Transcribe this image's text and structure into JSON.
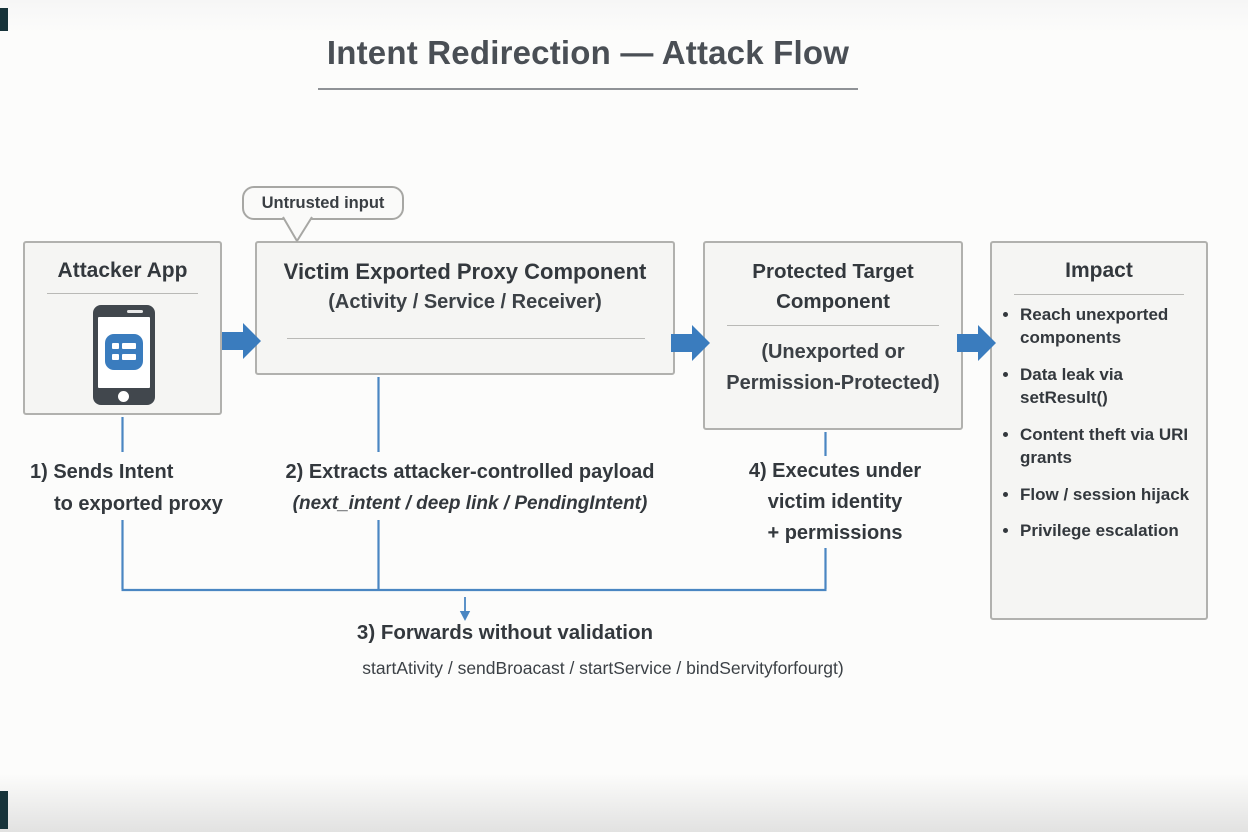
{
  "title": "Intent Redirection — Attack Flow",
  "callout": {
    "label": "Untrusted input"
  },
  "boxes": {
    "attacker": {
      "title": "Attacker App"
    },
    "proxy": {
      "title": "Victim Exported Proxy Component",
      "subtitle": "(Activity / Service / Receiver)"
    },
    "target": {
      "title_line1": "Protected Target",
      "title_line2": "Component",
      "subtitle_line1": "(Unexported or",
      "subtitle_line2": "Permission-Protected)"
    },
    "impact": {
      "title": "Impact",
      "bullets": [
        "Reach unexported components",
        "Data leak via setResult()",
        "Content theft via URI grants",
        "Flow / session hijack",
        "Privilege escalation"
      ]
    }
  },
  "steps": {
    "step1": {
      "line1": "1) Sends Intent",
      "line2": "to exported proxy"
    },
    "step2": {
      "line1": "2) Extracts attacker-controlled payload",
      "line2": "(next_intent / deep link / PendingIntent)"
    },
    "step3": {
      "line1": "3) Forwards without validation",
      "line2": "startAtivity / sendBroacast / startService / bindServityforfourgt)"
    },
    "step4": {
      "line1": "4) Executes under",
      "line2": "victim identity",
      "line3": "+ permissions"
    }
  },
  "icons": {
    "phone": "phone-icon",
    "app": "app-list-icon"
  },
  "colors": {
    "accent_blue": "#3a7cbe",
    "connector_blue": "#4a86c2",
    "box_fill": "#f5f5f3",
    "box_border": "#b1b1ae",
    "text_dark": "#33383d"
  }
}
